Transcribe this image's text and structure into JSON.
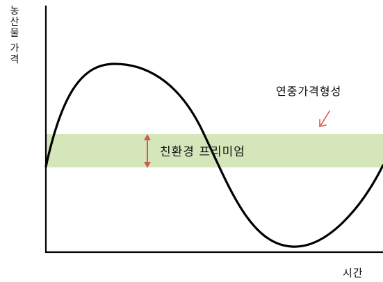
{
  "diagram": {
    "y_axis_label_lines": [
      "농",
      "산",
      "물",
      "가",
      "격"
    ],
    "x_axis_label": "시간",
    "curve_label": "연중가격형성",
    "band_label": "친환경 프리미엄",
    "colors": {
      "band": "#d5e6bb",
      "band_arrow": "#d05a4e",
      "pointer_arrow": "#d05a4e",
      "curve": "#000000",
      "axes": "#000000"
    }
  }
}
